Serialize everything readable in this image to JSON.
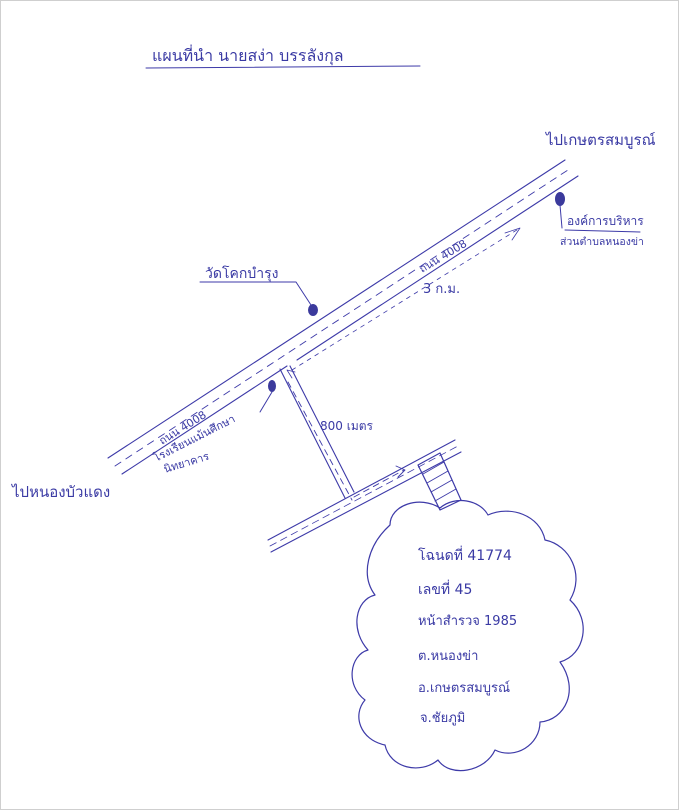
{
  "map": {
    "title": "แผนที่นำ นายสง่า บรรลังกุล",
    "to_north_east": "ไปเกษตรสมบูรณ์",
    "to_south_west": "ไปหนองบัวแดง",
    "temple": "วัดโคกบำรุง",
    "tao_office_line1": "องค์การบริหาร",
    "tao_office_line2": "ส่วนตำบลหนองข่า",
    "road_label_upper": "ถนน 4008",
    "road_label_lower": "ถนน 4008",
    "distance_main": "3 ก.ม.",
    "school_line1": "โรงเรียนแม้นศึกษา",
    "school_line2": "นิทยาคาร",
    "distance_branch": "800 เมตร"
  },
  "deed": {
    "line1": "โฉนดที่ 41774",
    "line2": "เลขที่ 45",
    "line3": "หน้าสำรวจ 1985",
    "line4": "ต.หนองข่า",
    "line5": "อ.เกษตรสมบูรณ์",
    "line6": "จ.ชัยภูมิ"
  },
  "colors": {
    "ink": "#3d3aa8",
    "marker": "#3b3a9c",
    "border": "#cfcfcf"
  }
}
